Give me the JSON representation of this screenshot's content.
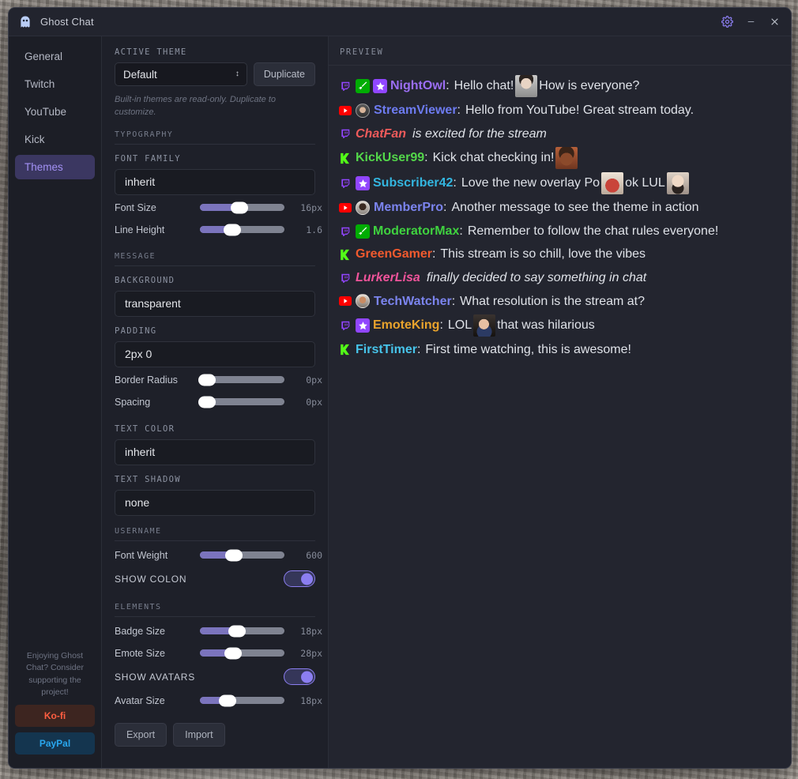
{
  "window": {
    "title": "Ghost Chat",
    "logo_icon": "ghost-icon",
    "settings_icon": "gear-icon",
    "minimize_icon": "minimize-icon",
    "close_icon": "close-icon"
  },
  "sidebar": {
    "items": [
      {
        "label": "General",
        "active": false
      },
      {
        "label": "Twitch",
        "active": false
      },
      {
        "label": "YouTube",
        "active": false
      },
      {
        "label": "Kick",
        "active": false
      },
      {
        "label": "Themes",
        "active": true
      }
    ],
    "donate": {
      "text": "Enjoying Ghost Chat? Consider supporting the project!",
      "kofi_label": "Ko-fi",
      "kofi_color": "#ff5e41",
      "paypal_label": "PayPal",
      "paypal_color": "#29a7ef"
    }
  },
  "settings": {
    "active_theme_label": "ACTIVE THEME",
    "active_theme_value": "Default",
    "duplicate_label": "Duplicate",
    "hint": "Built-in themes are read-only. Duplicate to customize.",
    "typography_section": "TYPOGRAPHY",
    "font_family_label": "FONT FAMILY",
    "font_family_value": "inherit",
    "font_size": {
      "label": "Font Size",
      "value": "16px",
      "pct": 47
    },
    "line_height": {
      "label": "Line Height",
      "value": "1.6",
      "pct": 38
    },
    "message_section": "MESSAGE",
    "background_label": "BACKGROUND",
    "background_value": "transparent",
    "padding_label": "PADDING",
    "padding_value": "2px 0",
    "border_radius": {
      "label": "Border Radius",
      "value": "0px",
      "pct": 2
    },
    "spacing": {
      "label": "Spacing",
      "value": "0px",
      "pct": 2
    },
    "text_color_label": "TEXT COLOR",
    "text_color_value": "inherit",
    "text_shadow_label": "TEXT SHADOW",
    "text_shadow_value": "none",
    "username_section": "USERNAME",
    "font_weight": {
      "label": "Font Weight",
      "value": "600",
      "pct": 40
    },
    "show_colon": {
      "label": "SHOW COLON",
      "on": true
    },
    "elements_section": "ELEMENTS",
    "badge_size": {
      "label": "Badge Size",
      "value": "18px",
      "pct": 44
    },
    "emote_size": {
      "label": "Emote Size",
      "value": "28px",
      "pct": 39
    },
    "show_avatars": {
      "label": "SHOW AVATARS",
      "on": true
    },
    "avatar_size": {
      "label": "Avatar Size",
      "value": "18px",
      "pct": 33
    },
    "export_label": "Export",
    "import_label": "Import",
    "accent_color": "#8b7ef0",
    "slider_fill_color": "#7b74bd"
  },
  "preview": {
    "header": "PREVIEW",
    "messages": [
      {
        "platform": "twitch",
        "badges": [
          "twitch-icon",
          "mod-badge-icon",
          "sub-badge-icon"
        ],
        "avatar": null,
        "username": "NightOwl",
        "color": "#9b6ef3",
        "colon": ":",
        "text_before": "Hello chat!",
        "emote": "face-a",
        "text_after": "How is everyone?",
        "action": false
      },
      {
        "platform": "youtube",
        "badges": [
          "youtube-icon"
        ],
        "avatar": "face-b",
        "username": "StreamViewer",
        "color": "#6d7bf0",
        "colon": ":",
        "text_before": "Hello from YouTube! Great stream today.",
        "emote": null,
        "text_after": "",
        "action": false
      },
      {
        "platform": "twitch",
        "badges": [
          "twitch-icon"
        ],
        "avatar": null,
        "username": "ChatFan",
        "color": "#ef5b5b",
        "colon": "",
        "text_before": "is excited for the stream",
        "emote": null,
        "text_after": "",
        "action": true
      },
      {
        "platform": "kick",
        "badges": [
          "kick-icon"
        ],
        "avatar": null,
        "username": "KickUser99",
        "color": "#53d74a",
        "colon": ":",
        "text_before": "Kick chat checking in!",
        "emote": "face-c",
        "text_after": "",
        "action": false
      },
      {
        "platform": "twitch",
        "badges": [
          "twitch-icon",
          "sub-badge-icon"
        ],
        "avatar": null,
        "username": "Subscriber42",
        "color": "#33b6e0",
        "colon": ":",
        "text_before": "Love the new overlay Po",
        "emote": "face-d",
        "text_after": "ok LUL",
        "emote2": "face-e",
        "action": false
      },
      {
        "platform": "youtube",
        "badges": [
          "youtube-icon"
        ],
        "avatar": "face-f",
        "username": "MemberPro",
        "color": "#7b84ee",
        "colon": ":",
        "text_before": "Another message to see the theme in action",
        "emote": null,
        "text_after": "",
        "action": false
      },
      {
        "platform": "twitch",
        "badges": [
          "twitch-icon",
          "mod-badge-icon"
        ],
        "avatar": null,
        "username": "ModeratorMax",
        "color": "#3fd23f",
        "colon": ":",
        "text_before": "Remember to follow the chat rules everyone!",
        "emote": null,
        "text_after": "",
        "action": false
      },
      {
        "platform": "kick",
        "badges": [
          "kick-icon"
        ],
        "avatar": null,
        "username": "GreenGamer",
        "color": "#f05a2e",
        "colon": ":",
        "text_before": "This stream is so chill, love the vibes",
        "emote": null,
        "text_after": "",
        "action": false
      },
      {
        "platform": "twitch",
        "badges": [
          "twitch-icon"
        ],
        "avatar": null,
        "username": "LurkerLisa",
        "color": "#f0549b",
        "colon": "",
        "text_before": "finally decided to say something in chat",
        "emote": null,
        "text_after": "",
        "action": true
      },
      {
        "platform": "youtube",
        "badges": [
          "youtube-icon"
        ],
        "avatar": "face-g",
        "username": "TechWatcher",
        "color": "#7b84ee",
        "colon": ":",
        "text_before": "What resolution is the stream at?",
        "emote": null,
        "text_after": "",
        "action": false
      },
      {
        "platform": "twitch",
        "badges": [
          "twitch-icon",
          "sub-badge-icon"
        ],
        "avatar": null,
        "username": "EmoteKing",
        "color": "#e8a32c",
        "colon": ":",
        "text_before": "LOL",
        "emote": "face-h",
        "text_after": "that was hilarious",
        "action": false
      },
      {
        "platform": "kick",
        "badges": [
          "kick-icon"
        ],
        "avatar": null,
        "username": "FirstTimer",
        "color": "#47c4ea",
        "colon": ":",
        "text_before": "First time watching, this is awesome!",
        "emote": null,
        "text_after": "",
        "action": false
      }
    ]
  }
}
